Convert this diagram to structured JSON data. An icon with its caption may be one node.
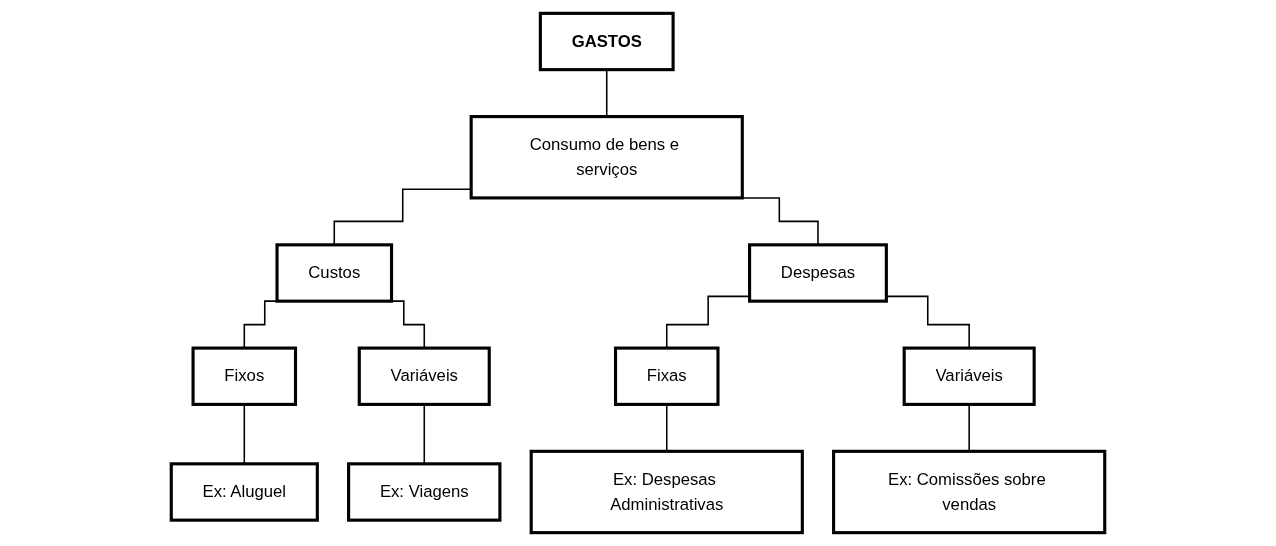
{
  "diagram": {
    "nodes": [
      {
        "text": [
          "GASTOS"
        ]
      },
      {
        "text": [
          "Consumo de bens e serviços"
        ]
      },
      {
        "text": [
          "Custos"
        ]
      },
      {
        "text": [
          "Despesas"
        ]
      },
      {
        "text": [
          "Fixos"
        ]
      },
      {
        "text": [
          "Variáveis"
        ]
      },
      {
        "text": [
          "Fixas"
        ]
      },
      {
        "text": [
          "Variáveis"
        ]
      },
      {
        "text": [
          "Ex: Aluguel"
        ]
      },
      {
        "text": [
          "Ex: Viagens"
        ]
      },
      {
        "text": [
          "Ex: Despesas Administrativas"
        ]
      },
      {
        "text": [
          "Ex: Comissões sobre vendas"
        ]
      }
    ],
    "edges": [
      {
        "from": 0,
        "to": 1,
        "arrow": "none"
      },
      {
        "from": 1,
        "to": 2,
        "arrow": "none"
      },
      {
        "from": 1,
        "to": 3,
        "arrow": "none"
      },
      {
        "from": 2,
        "to": 4,
        "arrow": "none"
      },
      {
        "from": 2,
        "to": 5,
        "arrow": "none"
      },
      {
        "from": 3,
        "to": 6,
        "arrow": "none"
      },
      {
        "from": 3,
        "to": 7,
        "arrow": "none"
      },
      {
        "from": 4,
        "to": 8,
        "arrow": "none"
      },
      {
        "from": 5,
        "to": 9,
        "arrow": "none"
      },
      {
        "from": 6,
        "to": 10,
        "arrow": "none"
      },
      {
        "from": 7,
        "to": 11,
        "arrow": "none"
      }
    ]
  }
}
